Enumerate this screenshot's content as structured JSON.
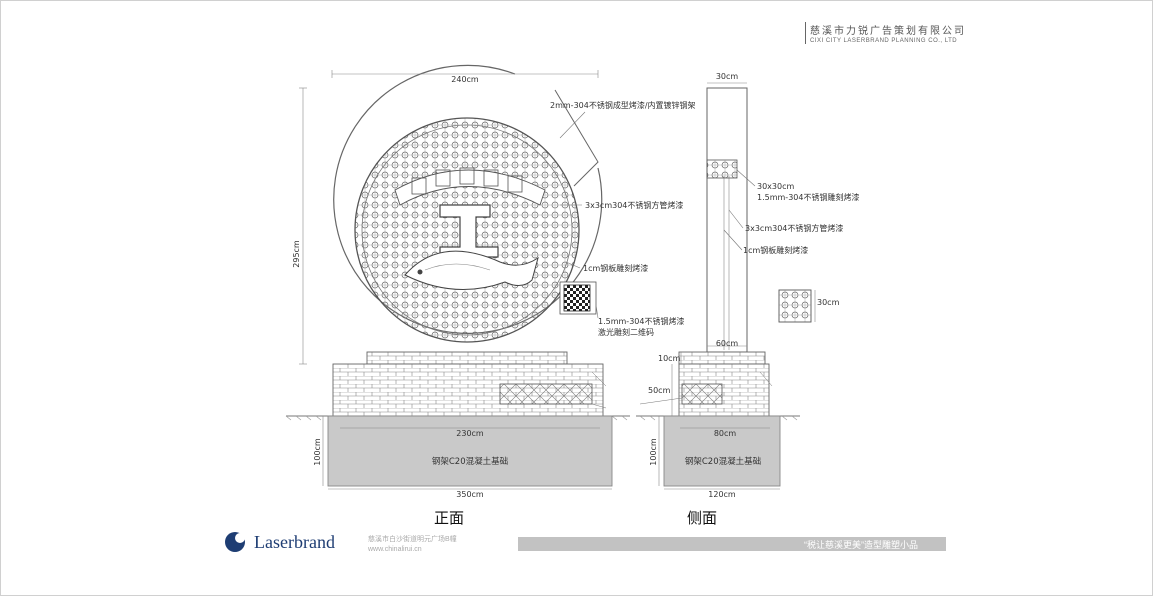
{
  "company": {
    "name_cn": "慈溪市力锐广告策划有限公司",
    "name_en": "CIXI CITY LASERBRAND PLANNING CO., LTD"
  },
  "front": {
    "dim_width": "240cm",
    "dim_height": "295cm",
    "note_frame": "2mm-304不锈钢成型烤漆/内置镀锌钢架",
    "note_tube": "3x3cm304不锈钢方管烤漆",
    "note_plate": "1cm钢板雕刻烤漆",
    "note_qr_1": "1.5mm-304不锈钢烤漆",
    "note_qr_2": "激光雕刻二维码",
    "base_width": "230cm",
    "foundation_label": "钢架C20混凝土基础",
    "foundation_height": "100cm",
    "foundation_width": "350cm",
    "view_label": "正面"
  },
  "side": {
    "dim_top": "30cm",
    "note_box_1": "30x30cm",
    "note_box_2": "1.5mm-304不锈钢雕刻烤漆",
    "note_tube": "3x3cm304不锈钢方管烤漆",
    "note_plate": "1cm钢板雕刻烤漆",
    "detail_dim": "30cm",
    "base_width": "60cm",
    "base_cap": "10cm",
    "base_height": "50cm",
    "foundation_inner": "80cm",
    "foundation_label": "钢架C20混凝土基础",
    "foundation_height": "100cm",
    "foundation_width": "120cm",
    "view_label": "侧面"
  },
  "footer": {
    "brand": "Laserbrand",
    "address": "慈溪市白沙街道明元广场B幢",
    "website": "www.chinalirui.cn",
    "project_title": "“税让慈溪更美”造型雕塑小品"
  }
}
